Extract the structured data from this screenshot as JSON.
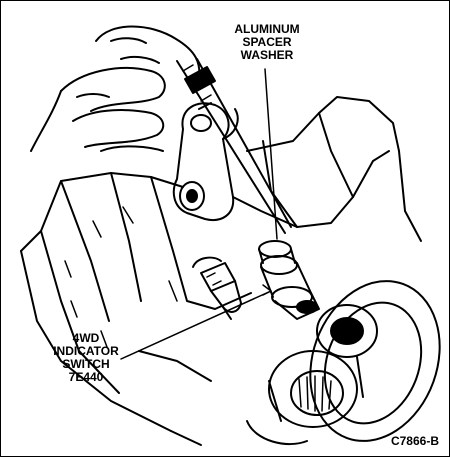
{
  "labels": {
    "washer": [
      "ALUMINUM",
      "SPACER",
      "WASHER"
    ],
    "switch": [
      "4WD",
      "INDICATOR",
      "SWITCH",
      "7E440"
    ]
  },
  "figure_code": "C7866-B",
  "colors": {
    "ink": "#000000",
    "paper": "#ffffff"
  }
}
